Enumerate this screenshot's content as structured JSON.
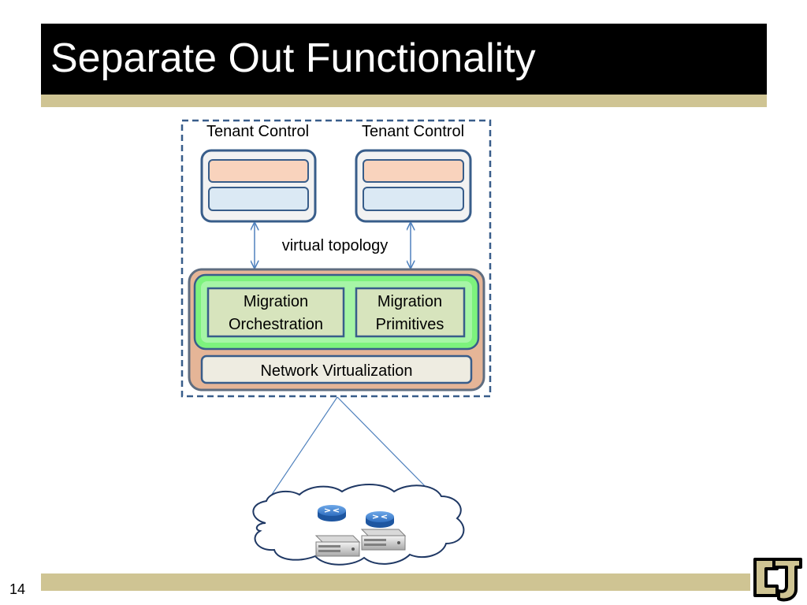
{
  "slide": {
    "title": "Separate Out Functionality",
    "page_number": "14"
  },
  "diagram": {
    "tenant_controls": [
      {
        "label": "Tenant  Control"
      },
      {
        "label": "Tenant  Control"
      }
    ],
    "virtual_topology_label": "virtual topology",
    "migration_modules": [
      {
        "line1": "Migration",
        "line2": "Orchestration"
      },
      {
        "line1": "Migration",
        "line2": "Primitives"
      }
    ],
    "network_virtualization_label": "Network Virtualization"
  },
  "colors": {
    "title_bar": "#000000",
    "accent_gold": "#cfc493",
    "tenant_top_layer": "#f9d3bd",
    "tenant_bottom_layer": "#dbe9f4",
    "migration_layer": "#7df27d",
    "outer_platform": "#e5b597",
    "network_virtualization_box": "#eeece1",
    "box_border": "#385d8a"
  },
  "icons": [
    "router-icon",
    "server-icon",
    "cloud-icon",
    "cu-logo-icon"
  ]
}
